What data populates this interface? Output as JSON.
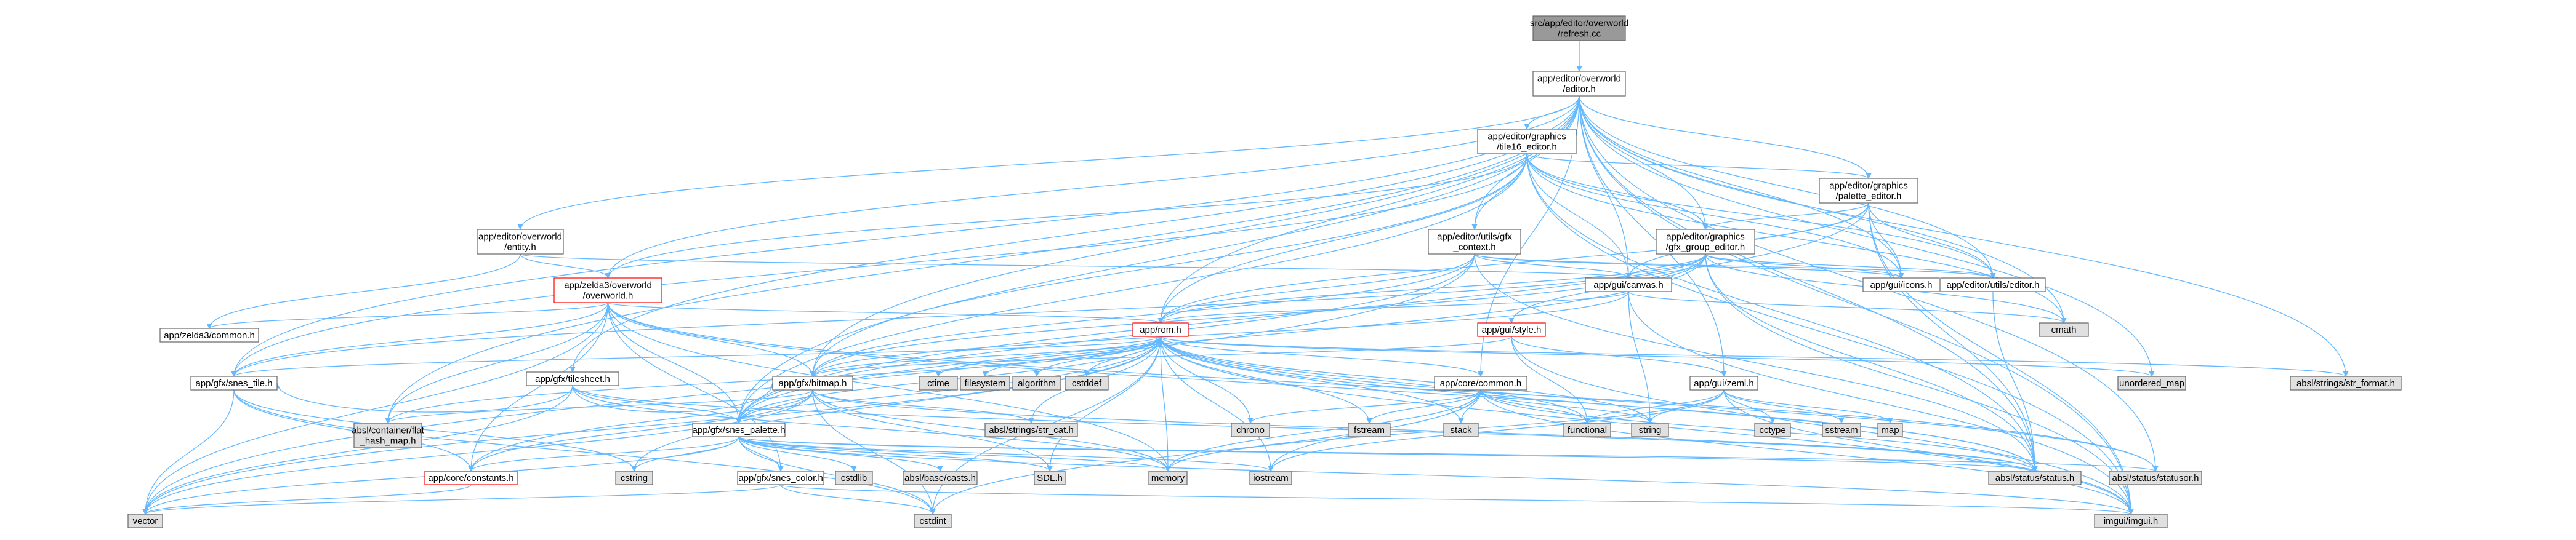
{
  "colors": {
    "edge": "#63b8ff",
    "arrowhead": "#63b8ff",
    "border_normal": "#666666",
    "border_highlight": "#ff0000",
    "fill_normal": "#ffffff",
    "fill_external": "#e0e0e0",
    "fill_root": "#999999"
  },
  "nodes": [
    {
      "id": "root",
      "lines": [
        "src/app/editor/overworld",
        "/refresh.cc"
      ],
      "style": "root"
    },
    {
      "id": "ow_editor",
      "lines": [
        "app/editor/overworld",
        "/editor.h"
      ],
      "style": "normal"
    },
    {
      "id": "tile16",
      "lines": [
        "app/editor/graphics",
        "/tile16_editor.h"
      ],
      "style": "normal"
    },
    {
      "id": "palette_ed",
      "lines": [
        "app/editor/graphics",
        "/palette_editor.h"
      ],
      "style": "normal"
    },
    {
      "id": "gfx_group",
      "lines": [
        "app/editor/graphics",
        "/gfx_group_editor.h"
      ],
      "style": "normal"
    },
    {
      "id": "gfx_context",
      "lines": [
        "app/editor/utils/gfx",
        "_context.h"
      ],
      "style": "normal"
    },
    {
      "id": "entity",
      "lines": [
        "app/editor/overworld",
        "/entity.h"
      ],
      "style": "normal"
    },
    {
      "id": "z3_overworld",
      "lines": [
        "app/zelda3/overworld",
        "/overworld.h"
      ],
      "style": "highlight"
    },
    {
      "id": "canvas",
      "lines": [
        "app/gui/canvas.h"
      ],
      "style": "normal"
    },
    {
      "id": "icons",
      "lines": [
        "app/gui/icons.h"
      ],
      "style": "normal"
    },
    {
      "id": "utils_editor",
      "lines": [
        "app/editor/utils/editor.h"
      ],
      "style": "normal"
    },
    {
      "id": "cmath",
      "lines": [
        "cmath"
      ],
      "style": "external"
    },
    {
      "id": "z3_common",
      "lines": [
        "app/zelda3/common.h"
      ],
      "style": "normal"
    },
    {
      "id": "tilesheet",
      "lines": [
        "app/gfx/tilesheet.h"
      ],
      "style": "normal"
    },
    {
      "id": "rom",
      "lines": [
        "app/rom.h"
      ],
      "style": "highlight"
    },
    {
      "id": "style",
      "lines": [
        "app/gui/style.h"
      ],
      "style": "highlight"
    },
    {
      "id": "snes_tile",
      "lines": [
        "app/gfx/snes_tile.h"
      ],
      "style": "normal"
    },
    {
      "id": "bitmap",
      "lines": [
        "app/gfx/bitmap.h"
      ],
      "style": "normal"
    },
    {
      "id": "ctime",
      "lines": [
        "ctime"
      ],
      "style": "external"
    },
    {
      "id": "filesystem",
      "lines": [
        "filesystem"
      ],
      "style": "external"
    },
    {
      "id": "algorithm",
      "lines": [
        "algorithm"
      ],
      "style": "external"
    },
    {
      "id": "cstddef",
      "lines": [
        "cstddef"
      ],
      "style": "external"
    },
    {
      "id": "core_common",
      "lines": [
        "app/core/common.h"
      ],
      "style": "normal"
    },
    {
      "id": "unordered_map",
      "lines": [
        "unordered_map"
      ],
      "style": "external"
    },
    {
      "id": "str_format",
      "lines": [
        "absl/strings/str_format.h"
      ],
      "style": "external"
    },
    {
      "id": "zeml",
      "lines": [
        "app/gui/zeml.h"
      ],
      "style": "normal"
    },
    {
      "id": "flat_hash_map",
      "lines": [
        "absl/container/flat",
        "_hash_map.h"
      ],
      "style": "external"
    },
    {
      "id": "snes_palette",
      "lines": [
        "app/gfx/snes_palette.h"
      ],
      "style": "normal"
    },
    {
      "id": "str_cat",
      "lines": [
        "absl/strings/str_cat.h"
      ],
      "style": "external"
    },
    {
      "id": "chrono",
      "lines": [
        "chrono"
      ],
      "style": "external"
    },
    {
      "id": "fstream",
      "lines": [
        "fstream"
      ],
      "style": "external"
    },
    {
      "id": "stack",
      "lines": [
        "stack"
      ],
      "style": "external"
    },
    {
      "id": "functional",
      "lines": [
        "functional"
      ],
      "style": "external"
    },
    {
      "id": "string",
      "lines": [
        "string"
      ],
      "style": "external"
    },
    {
      "id": "cctype",
      "lines": [
        "cctype"
      ],
      "style": "external"
    },
    {
      "id": "sstream",
      "lines": [
        "sstream"
      ],
      "style": "external"
    },
    {
      "id": "map",
      "lines": [
        "map"
      ],
      "style": "external"
    },
    {
      "id": "constants",
      "lines": [
        "app/core/constants.h"
      ],
      "style": "highlight"
    },
    {
      "id": "cstring",
      "lines": [
        "cstring"
      ],
      "style": "external"
    },
    {
      "id": "snes_color",
      "lines": [
        "app/gfx/snes_color.h"
      ],
      "style": "normal"
    },
    {
      "id": "cstdlib",
      "lines": [
        "cstdlib"
      ],
      "style": "external"
    },
    {
      "id": "casts",
      "lines": [
        "absl/base/casts.h"
      ],
      "style": "external"
    },
    {
      "id": "sdl",
      "lines": [
        "SDL.h"
      ],
      "style": "external"
    },
    {
      "id": "memory",
      "lines": [
        "memory"
      ],
      "style": "external"
    },
    {
      "id": "iostream",
      "lines": [
        "iostream"
      ],
      "style": "external"
    },
    {
      "id": "status",
      "lines": [
        "absl/status/status.h"
      ],
      "style": "external"
    },
    {
      "id": "statusor",
      "lines": [
        "absl/status/statusor.h"
      ],
      "style": "external"
    },
    {
      "id": "vector",
      "lines": [
        "vector"
      ],
      "style": "external"
    },
    {
      "id": "cstdint",
      "lines": [
        "cstdint"
      ],
      "style": "external"
    },
    {
      "id": "imgui",
      "lines": [
        "imgui/imgui.h"
      ],
      "style": "external"
    }
  ],
  "edges": [
    [
      "root",
      "ow_editor"
    ],
    [
      "ow_editor",
      "tile16"
    ],
    [
      "ow_editor",
      "palette_ed"
    ],
    [
      "ow_editor",
      "gfx_group"
    ],
    [
      "ow_editor",
      "gfx_context"
    ],
    [
      "ow_editor",
      "entity"
    ],
    [
      "ow_editor",
      "z3_overworld"
    ],
    [
      "ow_editor",
      "canvas"
    ],
    [
      "ow_editor",
      "icons"
    ],
    [
      "ow_editor",
      "utils_editor"
    ],
    [
      "ow_editor",
      "cmath"
    ],
    [
      "ow_editor",
      "tilesheet"
    ],
    [
      "ow_editor",
      "rom"
    ],
    [
      "ow_editor",
      "snes_tile"
    ],
    [
      "ow_editor",
      "bitmap"
    ],
    [
      "ow_editor",
      "core_common"
    ],
    [
      "ow_editor",
      "zeml"
    ],
    [
      "ow_editor",
      "unordered_map"
    ],
    [
      "ow_editor",
      "str_format"
    ],
    [
      "ow_editor",
      "flat_hash_map"
    ],
    [
      "ow_editor",
      "snes_palette"
    ],
    [
      "ow_editor",
      "status"
    ],
    [
      "ow_editor",
      "statusor"
    ],
    [
      "ow_editor",
      "imgui"
    ],
    [
      "tile16",
      "palette_ed"
    ],
    [
      "tile16",
      "gfx_group"
    ],
    [
      "tile16",
      "gfx_context"
    ],
    [
      "tile16",
      "z3_overworld"
    ],
    [
      "tile16",
      "canvas"
    ],
    [
      "tile16",
      "icons"
    ],
    [
      "tile16",
      "utils_editor"
    ],
    [
      "tile16",
      "cmath"
    ],
    [
      "tile16",
      "rom"
    ],
    [
      "tile16",
      "snes_tile"
    ],
    [
      "tile16",
      "bitmap"
    ],
    [
      "tile16",
      "snes_palette"
    ],
    [
      "tile16",
      "status"
    ],
    [
      "tile16",
      "imgui"
    ],
    [
      "palette_ed",
      "gfx_group"
    ],
    [
      "palette_ed",
      "canvas"
    ],
    [
      "palette_ed",
      "icons"
    ],
    [
      "palette_ed",
      "utils_editor"
    ],
    [
      "palette_ed",
      "rom"
    ],
    [
      "palette_ed",
      "snes_palette"
    ],
    [
      "palette_ed",
      "status"
    ],
    [
      "palette_ed",
      "imgui"
    ],
    [
      "gfx_group",
      "canvas"
    ],
    [
      "gfx_group",
      "icons"
    ],
    [
      "gfx_group",
      "utils_editor"
    ],
    [
      "gfx_group",
      "style"
    ],
    [
      "gfx_group",
      "rom"
    ],
    [
      "gfx_group",
      "bitmap"
    ],
    [
      "gfx_group",
      "snes_tile"
    ],
    [
      "gfx_group",
      "snes_palette"
    ],
    [
      "gfx_group",
      "cmath"
    ],
    [
      "gfx_group",
      "status"
    ],
    [
      "gfx_group",
      "imgui"
    ],
    [
      "gfx_context",
      "canvas"
    ],
    [
      "gfx_context",
      "icons"
    ],
    [
      "gfx_context",
      "utils_editor"
    ],
    [
      "gfx_context",
      "rom"
    ],
    [
      "gfx_context",
      "snes_palette"
    ],
    [
      "gfx_context",
      "bitmap"
    ],
    [
      "gfx_context",
      "vector"
    ],
    [
      "gfx_context",
      "status"
    ],
    [
      "entity",
      "z3_overworld"
    ],
    [
      "entity",
      "z3_common"
    ],
    [
      "entity",
      "canvas"
    ],
    [
      "z3_overworld",
      "z3_common"
    ],
    [
      "z3_overworld",
      "rom"
    ],
    [
      "z3_overworld",
      "snes_tile"
    ],
    [
      "z3_overworld",
      "bitmap"
    ],
    [
      "z3_overworld",
      "snes_palette"
    ],
    [
      "z3_overworld",
      "flat_hash_map"
    ],
    [
      "z3_overworld",
      "constants"
    ],
    [
      "z3_overworld",
      "status"
    ],
    [
      "z3_overworld",
      "vector"
    ],
    [
      "z3_overworld",
      "memory"
    ],
    [
      "z3_overworld",
      "statusor"
    ],
    [
      "z3_overworld",
      "snes_color"
    ],
    [
      "canvas",
      "cmath"
    ],
    [
      "canvas",
      "string"
    ],
    [
      "canvas",
      "bitmap"
    ],
    [
      "canvas",
      "rom"
    ],
    [
      "canvas",
      "imgui"
    ],
    [
      "utils_editor",
      "status"
    ],
    [
      "tilesheet",
      "snes_tile"
    ],
    [
      "tilesheet",
      "bitmap"
    ],
    [
      "tilesheet",
      "snes_palette"
    ],
    [
      "tilesheet",
      "memory"
    ],
    [
      "tilesheet",
      "vector"
    ],
    [
      "tilesheet",
      "status"
    ],
    [
      "rom",
      "snes_tile"
    ],
    [
      "rom",
      "bitmap"
    ],
    [
      "rom",
      "ctime"
    ],
    [
      "rom",
      "filesystem"
    ],
    [
      "rom",
      "algorithm"
    ],
    [
      "rom",
      "cstddef"
    ],
    [
      "rom",
      "core_common"
    ],
    [
      "rom",
      "unordered_map"
    ],
    [
      "rom",
      "str_format"
    ],
    [
      "rom",
      "flat_hash_map"
    ],
    [
      "rom",
      "snes_palette"
    ],
    [
      "rom",
      "str_cat"
    ],
    [
      "rom",
      "chrono"
    ],
    [
      "rom",
      "fstream"
    ],
    [
      "rom",
      "stack"
    ],
    [
      "rom",
      "functional"
    ],
    [
      "rom",
      "string"
    ],
    [
      "rom",
      "constants"
    ],
    [
      "rom",
      "cstring"
    ],
    [
      "rom",
      "sdl"
    ],
    [
      "rom",
      "memory"
    ],
    [
      "rom",
      "iostream"
    ],
    [
      "rom",
      "status"
    ],
    [
      "rom",
      "statusor"
    ],
    [
      "rom",
      "vector"
    ],
    [
      "rom",
      "cstdint"
    ],
    [
      "rom",
      "imgui"
    ],
    [
      "style",
      "zeml"
    ],
    [
      "style",
      "functional"
    ],
    [
      "style",
      "bitmap"
    ],
    [
      "style",
      "imgui"
    ],
    [
      "snes_tile",
      "cstdint"
    ],
    [
      "snes_tile",
      "cstring"
    ],
    [
      "snes_tile",
      "vector"
    ],
    [
      "snes_tile",
      "constants"
    ],
    [
      "bitmap",
      "snes_palette"
    ],
    [
      "bitmap",
      "sdl"
    ],
    [
      "bitmap",
      "flat_hash_map"
    ],
    [
      "bitmap",
      "constants"
    ],
    [
      "bitmap",
      "memory"
    ],
    [
      "bitmap",
      "status"
    ],
    [
      "bitmap",
      "cstdint"
    ],
    [
      "bitmap",
      "vector"
    ],
    [
      "bitmap",
      "str_cat"
    ],
    [
      "core_common",
      "chrono"
    ],
    [
      "core_common",
      "fstream"
    ],
    [
      "core_common",
      "stack"
    ],
    [
      "core_common",
      "functional"
    ],
    [
      "core_common",
      "string"
    ],
    [
      "core_common",
      "memory"
    ],
    [
      "core_common",
      "iostream"
    ],
    [
      "core_common",
      "status"
    ],
    [
      "core_common",
      "cstdint"
    ],
    [
      "core_common",
      "imgui"
    ],
    [
      "zeml",
      "cctype"
    ],
    [
      "zeml",
      "sstream"
    ],
    [
      "zeml",
      "map"
    ],
    [
      "zeml",
      "string"
    ],
    [
      "zeml",
      "functional"
    ],
    [
      "zeml",
      "memory"
    ],
    [
      "zeml",
      "iostream"
    ],
    [
      "zeml",
      "imgui"
    ],
    [
      "snes_palette",
      "constants"
    ],
    [
      "snes_palette",
      "snes_color"
    ],
    [
      "snes_palette",
      "cstdlib"
    ],
    [
      "snes_palette",
      "casts"
    ],
    [
      "snes_palette",
      "sdl"
    ],
    [
      "snes_palette",
      "memory"
    ],
    [
      "snes_palette",
      "iostream"
    ],
    [
      "snes_palette",
      "status"
    ],
    [
      "snes_palette",
      "statusor"
    ],
    [
      "snes_palette",
      "vector"
    ],
    [
      "snes_palette",
      "cstdint"
    ],
    [
      "snes_palette",
      "cstring"
    ],
    [
      "snes_palette",
      "imgui"
    ],
    [
      "constants",
      "vector"
    ],
    [
      "snes_color",
      "vector"
    ],
    [
      "snes_color",
      "cstdint"
    ],
    [
      "snes_color",
      "imgui"
    ]
  ]
}
